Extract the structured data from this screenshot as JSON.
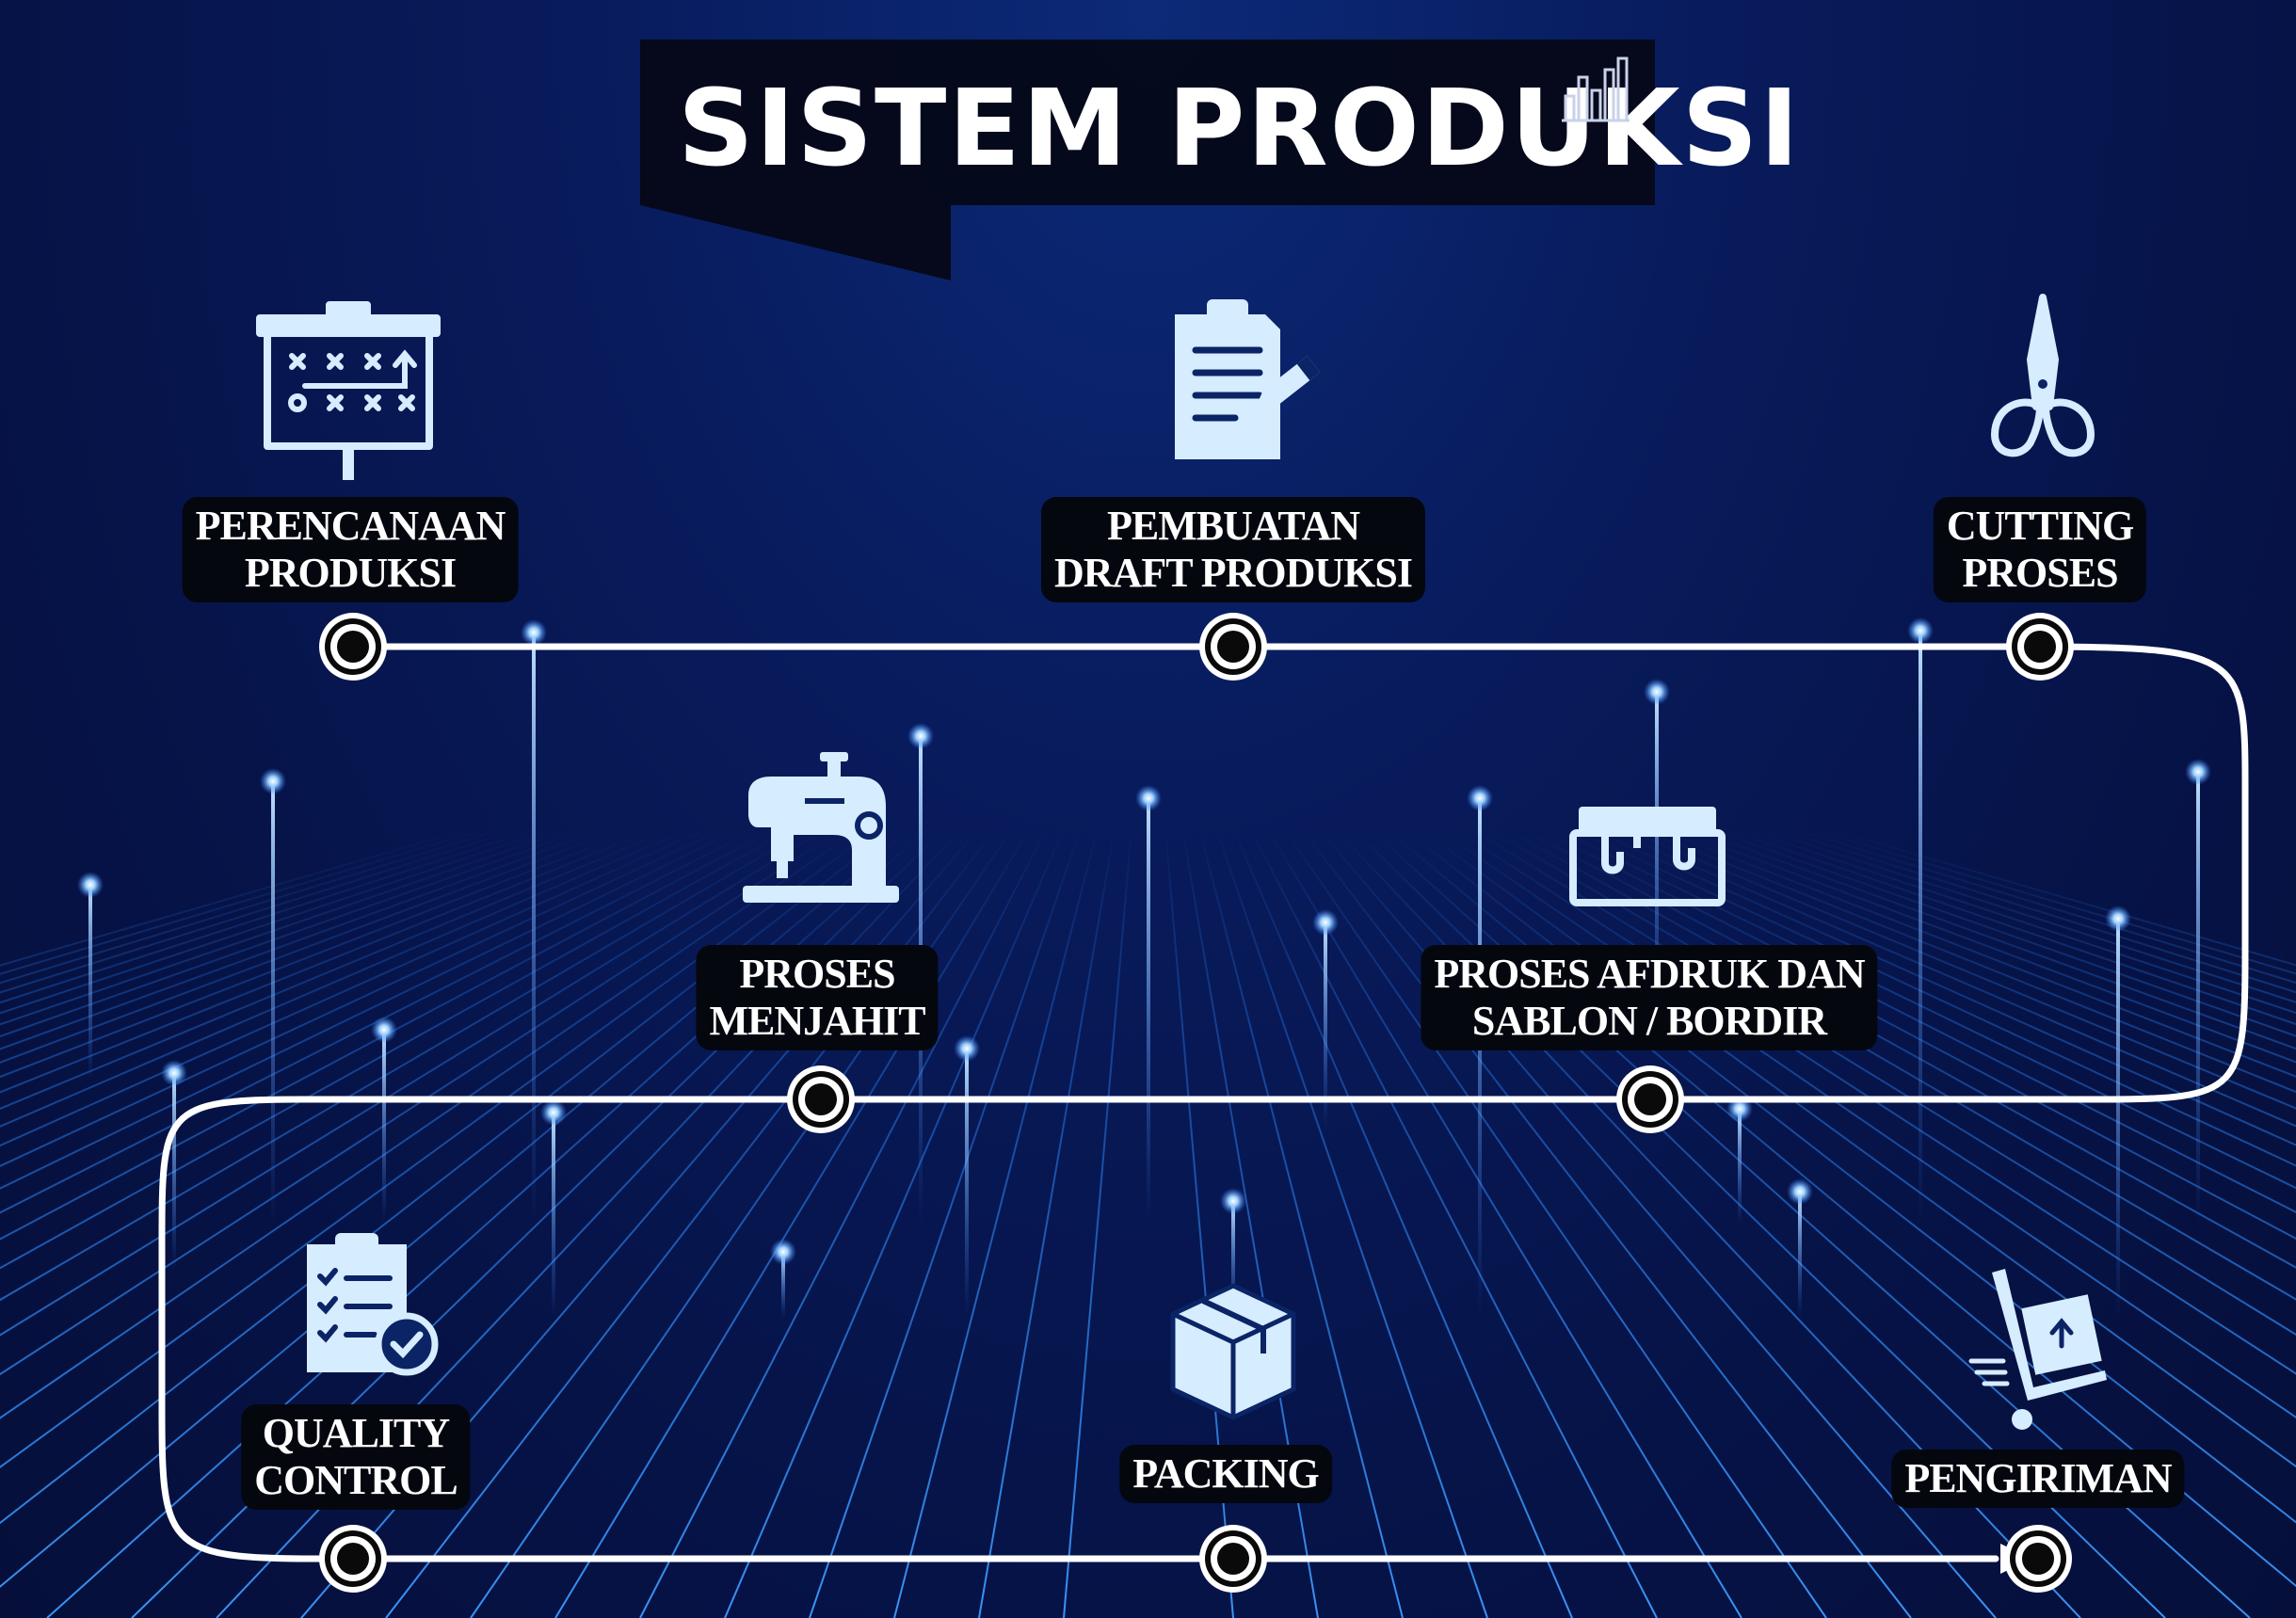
{
  "title": "SISTEM PRODUKSI",
  "steps": [
    {
      "line1": "PERENCANAAN",
      "line2": "PRODUKSI",
      "icon": "strategy-board-icon"
    },
    {
      "line1": "PEMBUATAN",
      "line2": "DRAFT PRODUKSI",
      "icon": "clipboard-pen-icon"
    },
    {
      "line1": "CUTTING",
      "line2": "PROSES",
      "icon": "scissors-icon"
    },
    {
      "line1": "PROSES AFDRUK DAN",
      "line2": "SABLON / BORDIR",
      "icon": "screen-print-icon"
    },
    {
      "line1": "PROSES",
      "line2": "MENJAHIT",
      "icon": "sewing-machine-icon"
    },
    {
      "line1": "QUALITY",
      "line2": "CONTROL",
      "icon": "checklist-icon"
    },
    {
      "line1": "PACKING",
      "line2": "",
      "icon": "box-icon"
    },
    {
      "line1": "PENGIRIMAN",
      "line2": "",
      "icon": "hand-truck-icon"
    }
  ],
  "colors": {
    "line": "#ffffff",
    "icon": "#d6ecff",
    "glow": "#6fb8ff",
    "grid": "#1f6cd6"
  }
}
